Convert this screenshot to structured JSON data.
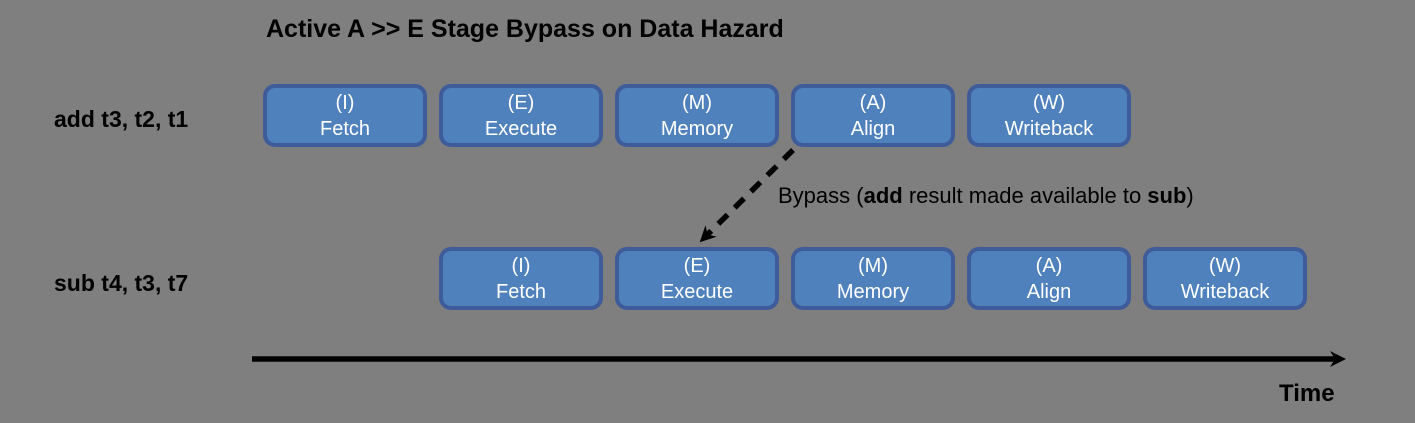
{
  "title": "Active A >> E Stage Bypass on Data Hazard",
  "pipeline": {
    "rows": [
      {
        "label": "add t3, t2, t1",
        "start_slot": 0,
        "stages": [
          {
            "abbr": "(I)",
            "name": "Fetch"
          },
          {
            "abbr": "(E)",
            "name": "Execute"
          },
          {
            "abbr": "(M)",
            "name": "Memory"
          },
          {
            "abbr": "(A)",
            "name": "Align"
          },
          {
            "abbr": "(W)",
            "name": "Writeback"
          }
        ]
      },
      {
        "label": "sub t4, t3, t7",
        "start_slot": 1,
        "stages": [
          {
            "abbr": "(I)",
            "name": "Fetch"
          },
          {
            "abbr": "(E)",
            "name": "Execute"
          },
          {
            "abbr": "(M)",
            "name": "Memory"
          },
          {
            "abbr": "(A)",
            "name": "Align"
          },
          {
            "abbr": "(W)",
            "name": "Writeback"
          }
        ]
      }
    ]
  },
  "bypass": {
    "prefix": "Bypass (",
    "source_instr": "add",
    "middle": " result made available to ",
    "dest_instr": "sub",
    "suffix": ")",
    "from_stage": "(A) Align of add",
    "to_stage": "(E) Execute of sub"
  },
  "time_axis": {
    "label": "Time"
  },
  "colors": {
    "background": "#7F7F7F",
    "stage_fill": "#4F81BD",
    "stage_border": "#3E5C9A",
    "stage_text": "#FFFFFF",
    "arrow": "#000000",
    "text": "#000000"
  }
}
